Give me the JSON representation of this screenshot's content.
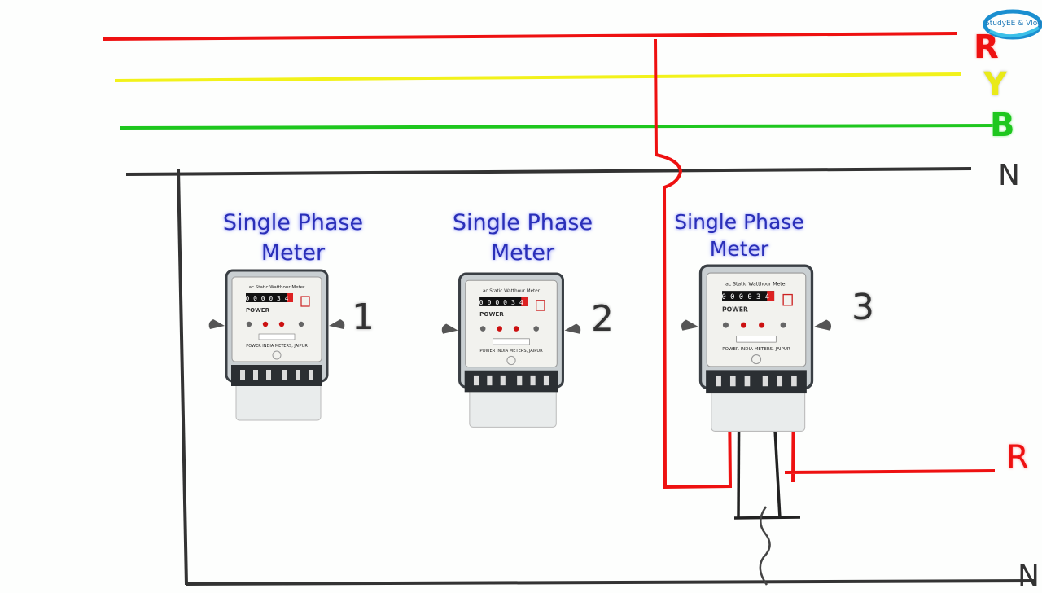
{
  "lines": {
    "r_label": "R",
    "y_label": "Y",
    "b_label": "B",
    "n_label": "N",
    "out_r_label": "R",
    "out_n_label": "N",
    "colors": {
      "r": "#ee1111",
      "y": "#f2f21a",
      "b": "#1ec71e",
      "n": "#333333"
    }
  },
  "meters": [
    {
      "title": "Single Phase Meter",
      "number": "1",
      "header": "ac Static Watthour Meter",
      "reading": "0 0 0 0 3 4",
      "brand": "POWER",
      "maker": "POWER INDIA METERS, JAIPUR"
    },
    {
      "title": "Single Phase Meter",
      "number": "2",
      "header": "ac Static Watthour Meter",
      "reading": "0 0 0 0 3 4",
      "brand": "POWER",
      "maker": "POWER INDIA METERS, JAIPUR"
    },
    {
      "title": "Single Phase Meter",
      "number": "3",
      "header": "ac Static Watthour Meter",
      "reading": "0 0 0 0 3 4",
      "brand": "POWER",
      "maker": "POWER INDIA METERS, JAIPUR"
    }
  ],
  "logo": {
    "text": "StudyEE & Vlog",
    "icon": "logo-icon"
  }
}
